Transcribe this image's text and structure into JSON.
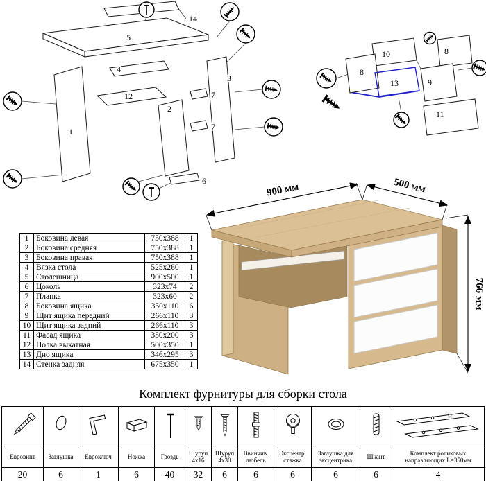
{
  "title": {
    "hardware_kit": "Комплект фурнитуры для сборки стола"
  },
  "desk": {
    "dim_width": "900 мм",
    "dim_depth": "500 мм",
    "dim_height": "766 мм"
  },
  "diagram_left": {
    "labels": {
      "p1": "1",
      "p2": "2",
      "p3": "3",
      "p4": "4",
      "p5": "5",
      "p6": "6",
      "p7a": "7",
      "p7b": "7",
      "p12": "12",
      "p14": "14"
    }
  },
  "diagram_right": {
    "labels": {
      "p8a": "8",
      "p8b": "8",
      "p9": "9",
      "p10": "10",
      "p11": "11",
      "p13": "13"
    }
  },
  "parts": {
    "rows": [
      {
        "num": "1",
        "name": "Боковина левая",
        "size": "750x388",
        "qty": "1"
      },
      {
        "num": "2",
        "name": "Боковина средняя",
        "size": "750x388",
        "qty": "1"
      },
      {
        "num": "3",
        "name": "Боковина правая",
        "size": "750x388",
        "qty": "1"
      },
      {
        "num": "4",
        "name": "Вязка стола",
        "size": "525x260",
        "qty": "1"
      },
      {
        "num": "5",
        "name": "Столешница",
        "size": "900x500",
        "qty": "1"
      },
      {
        "num": "6",
        "name": "Цоколь",
        "size": "323x74",
        "qty": "2"
      },
      {
        "num": "7",
        "name": "Планка",
        "size": "323x60",
        "qty": "2"
      },
      {
        "num": "8",
        "name": "Боковина ящика",
        "size": "350x110",
        "qty": "6"
      },
      {
        "num": "9",
        "name": "Щит ящика передний",
        "size": "266x110",
        "qty": "3"
      },
      {
        "num": "10",
        "name": "Щит ящика задний",
        "size": "266x110",
        "qty": "3"
      },
      {
        "num": "11",
        "name": "Фасад ящика",
        "size": "350x200",
        "qty": "3"
      },
      {
        "num": "12",
        "name": "Полка выкатная",
        "size": "500x350",
        "qty": "1"
      },
      {
        "num": "13",
        "name": "Дно ящика",
        "size": "346x295",
        "qty": "3"
      },
      {
        "num": "14",
        "name": "Стенка задняя",
        "size": "675x350",
        "qty": "1"
      }
    ]
  },
  "hardware": {
    "items": [
      {
        "name": "Евровинт",
        "qty": "20"
      },
      {
        "name": "Заглушка",
        "qty": "6"
      },
      {
        "name": "Евроключ",
        "qty": "1"
      },
      {
        "name": "Ножка",
        "qty": "6"
      },
      {
        "name": "Гвоздь",
        "qty": "40"
      },
      {
        "name": "Шуруп 4х16",
        "qty": "32"
      },
      {
        "name": "Шуруп 4х30",
        "qty": "6"
      },
      {
        "name": "Ввинчив. дюбель",
        "qty": "6"
      },
      {
        "name": "Эксцентр. стяжка",
        "qty": "6"
      },
      {
        "name": "Заглушка для эксцентрика",
        "qty": "6"
      },
      {
        "name": "Шкант",
        "qty": "6"
      },
      {
        "name": "Комплект роликовых направляющих L=350мм",
        "qty": "4"
      }
    ]
  }
}
